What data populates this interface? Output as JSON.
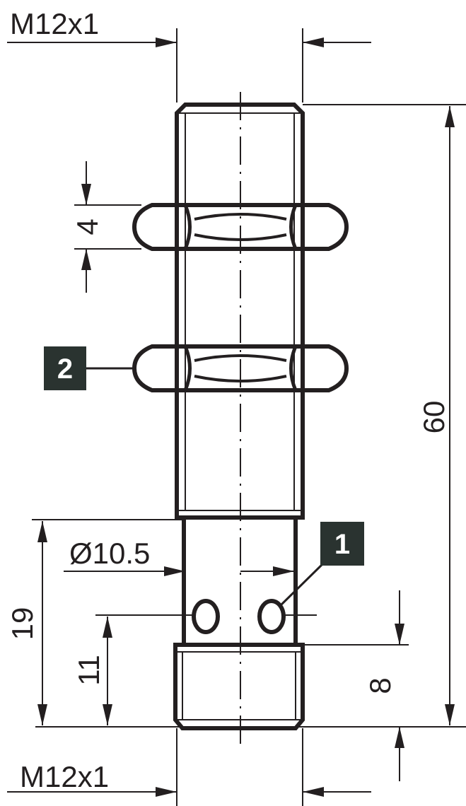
{
  "drawing": {
    "thread_top_label": "M12x1",
    "thread_bottom_label": "M12x1",
    "overall_length": "60",
    "nut_height": "4",
    "diameter_label": "Ø10.5",
    "dim_19": "19",
    "dim_11": "11",
    "dim_8": "8",
    "callout_1": "1",
    "callout_2": "2"
  },
  "colors": {
    "line": "#231f20",
    "callout_bg": "#2a3330",
    "callout_text": "#ffffff"
  }
}
